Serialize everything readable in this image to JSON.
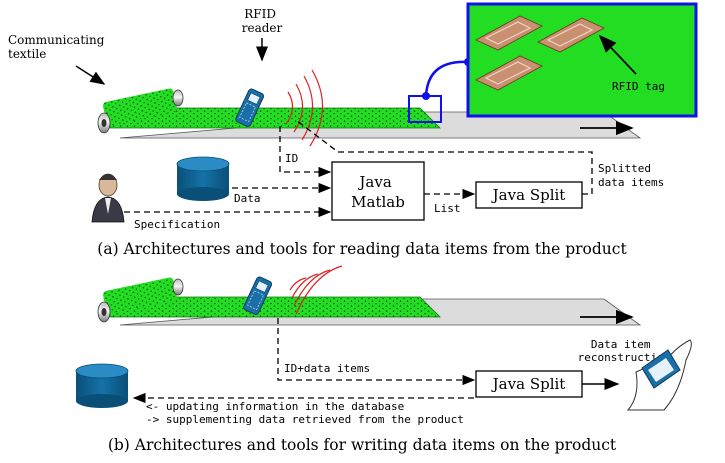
{
  "labels": {
    "communicating_textile": [
      "Communicating",
      "textile"
    ],
    "rfid_reader": [
      "RFID",
      "reader"
    ],
    "rfid_tag": "RFID tag",
    "id": "ID",
    "data": "Data",
    "specification": "Specification",
    "java_matlab": [
      "Java",
      "Matlab"
    ],
    "list": "List",
    "java_split_a": "Java Split",
    "splitted": [
      "Splitted",
      "data items"
    ],
    "id_data_items": "ID+data items",
    "java_split_b": "Java Split",
    "data_item_reconstruction": [
      "Data item",
      "reconstruction"
    ],
    "updating": "<- updating information in the database",
    "supplementing": "-> supplementing data retrieved from the product"
  },
  "captions": {
    "a": "(a) Architectures and tools for reading data items from the product",
    "b": "(b) Architectures and tools for writing data items on the product"
  },
  "colors": {
    "textile_green": "#22dd22",
    "database_blue": "#0b5e8c",
    "zoom_border": "#1010ee",
    "tape_grey": "#dcdcdc"
  }
}
